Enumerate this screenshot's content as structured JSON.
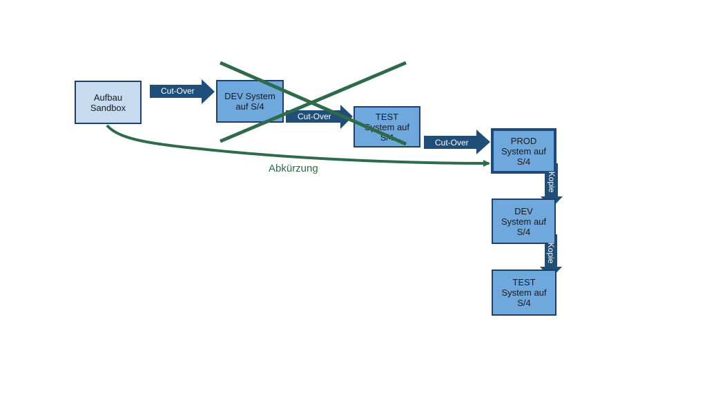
{
  "nodes": {
    "sandbox": {
      "line1": "Aufbau",
      "line2": "Sandbox"
    },
    "dev_system": {
      "line1": "DEV System",
      "line2": "auf S/4"
    },
    "test_system": {
      "line1": "TEST",
      "line2": "System auf",
      "line3": "S/4"
    },
    "prod_system": {
      "line1": "PROD",
      "line2": "System auf",
      "line3": "S/4"
    },
    "dev_copy": {
      "line1": "DEV",
      "line2": "System auf",
      "line3": "S/4"
    },
    "test_copy": {
      "line1": "TEST",
      "line2": "System auf",
      "line3": "S/4"
    }
  },
  "edges": {
    "cutover_1": "Cut-Over",
    "cutover_2": "Cut-Over",
    "cutover_3": "Cut-Over",
    "kopie_1": "Kopie",
    "kopie_2": "Kopie",
    "shortcut": "Abkürzung"
  },
  "colors": {
    "arrow_fill": "#1f4e79",
    "box_light": "#c6dbef",
    "box_mid": "#6fa8dc",
    "border": "#1f3f66",
    "shortcut_green": "#2e6b4b",
    "cross_green": "#2e6b4b"
  }
}
